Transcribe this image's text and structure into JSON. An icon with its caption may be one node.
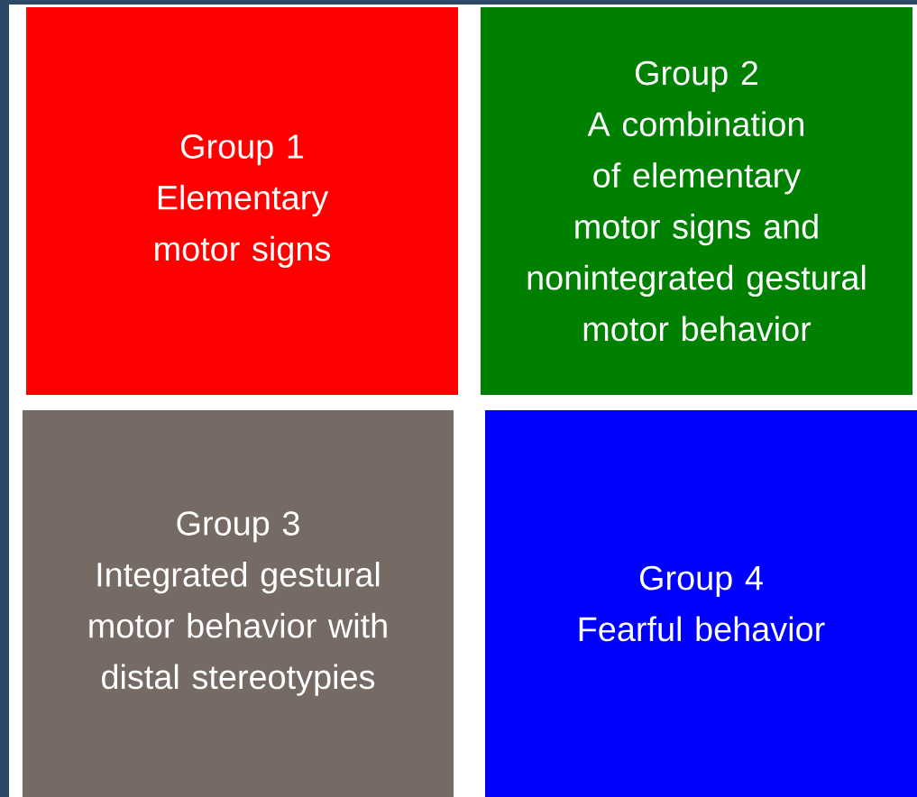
{
  "diagram": {
    "nodes": [
      {
        "text": [
          "Group 1",
          "Elementary motor signs"
        ]
      },
      {
        "text": [
          "Group 2",
          "A combination of elementary motor signs and nonintegrated gestural motor behavior"
        ]
      },
      {
        "text": [
          "Group 3",
          "Integrated gestural motor behavior with distal stereotypies"
        ]
      },
      {
        "text": [
          "Group 4",
          "Fearful behavior"
        ]
      }
    ]
  }
}
